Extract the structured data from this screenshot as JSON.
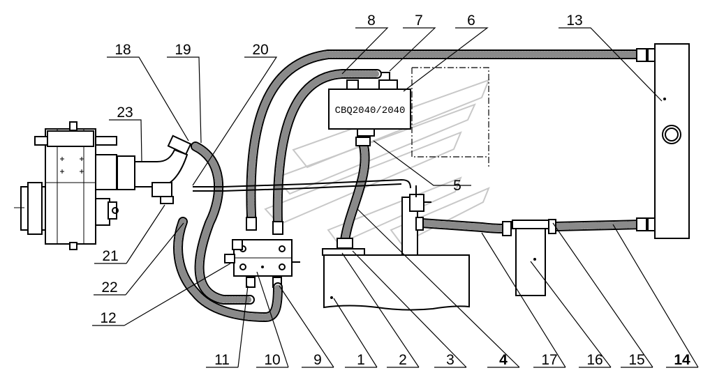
{
  "diagram": {
    "pump_model": "CBQ2040/2040",
    "callouts": [
      "1",
      "2",
      "3",
      "4",
      "5",
      "6",
      "7",
      "8",
      "9",
      "10",
      "11",
      "12",
      "13",
      "14",
      "15",
      "16",
      "17",
      "18",
      "19",
      "20",
      "21",
      "22",
      "23"
    ]
  },
  "colors": {
    "ink": "#000000",
    "background": "#ffffff",
    "hose_speckle": "#8a8a8a",
    "watermark": "#c8c8c8"
  }
}
